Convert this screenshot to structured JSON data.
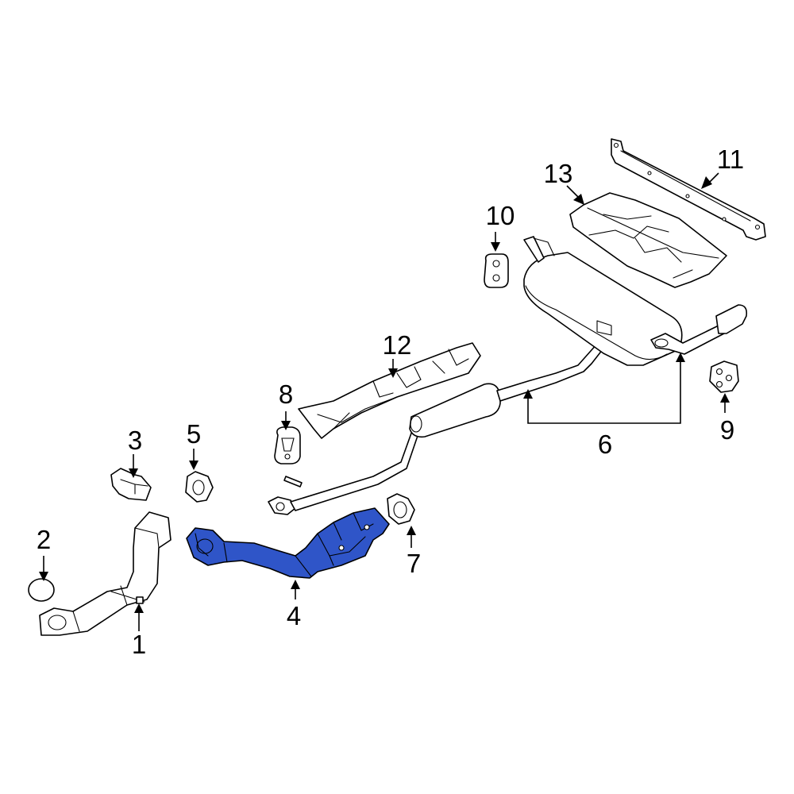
{
  "colors": {
    "highlight": "#2f55c8",
    "line": "#000000",
    "background": "#ffffff"
  },
  "callouts": [
    {
      "id": "1",
      "text": "1"
    },
    {
      "id": "2",
      "text": "2"
    },
    {
      "id": "3",
      "text": "3"
    },
    {
      "id": "4",
      "text": "4"
    },
    {
      "id": "5",
      "text": "5"
    },
    {
      "id": "6",
      "text": "6"
    },
    {
      "id": "7",
      "text": "7"
    },
    {
      "id": "8",
      "text": "8"
    },
    {
      "id": "9",
      "text": "9"
    },
    {
      "id": "10",
      "text": "10"
    },
    {
      "id": "11",
      "text": "11"
    },
    {
      "id": "12",
      "text": "12"
    },
    {
      "id": "13",
      "text": "13"
    }
  ],
  "highlighted_part": "4"
}
